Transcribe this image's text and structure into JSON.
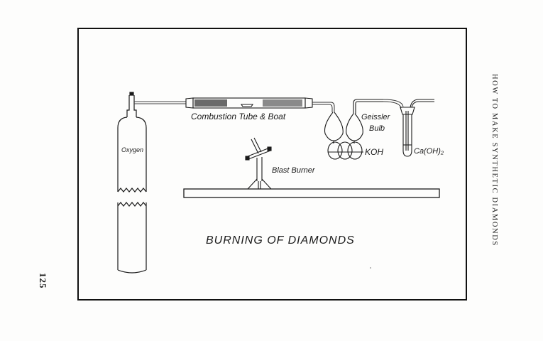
{
  "page": {
    "running_head": "HOW TO MAKE SYNTHETIC DIAMONDS",
    "page_number": "125"
  },
  "figure": {
    "title": "BURNING OF DIAMONDS",
    "labels": {
      "oxygen": "Oxygen",
      "combustion_tube": "Combustion Tube & Boat",
      "geissler_line1": "Geissler",
      "geissler_line2": "Bulb",
      "koh": "KOH",
      "caoh2": "Ca(OH)₂",
      "blast_burner": "Blast Burner"
    },
    "components": [
      "oxygen-cylinder",
      "combustion-tube-and-boat",
      "geissler-bulb",
      "calcium-hydroxide-tube",
      "blast-burner",
      "table-bench"
    ]
  }
}
